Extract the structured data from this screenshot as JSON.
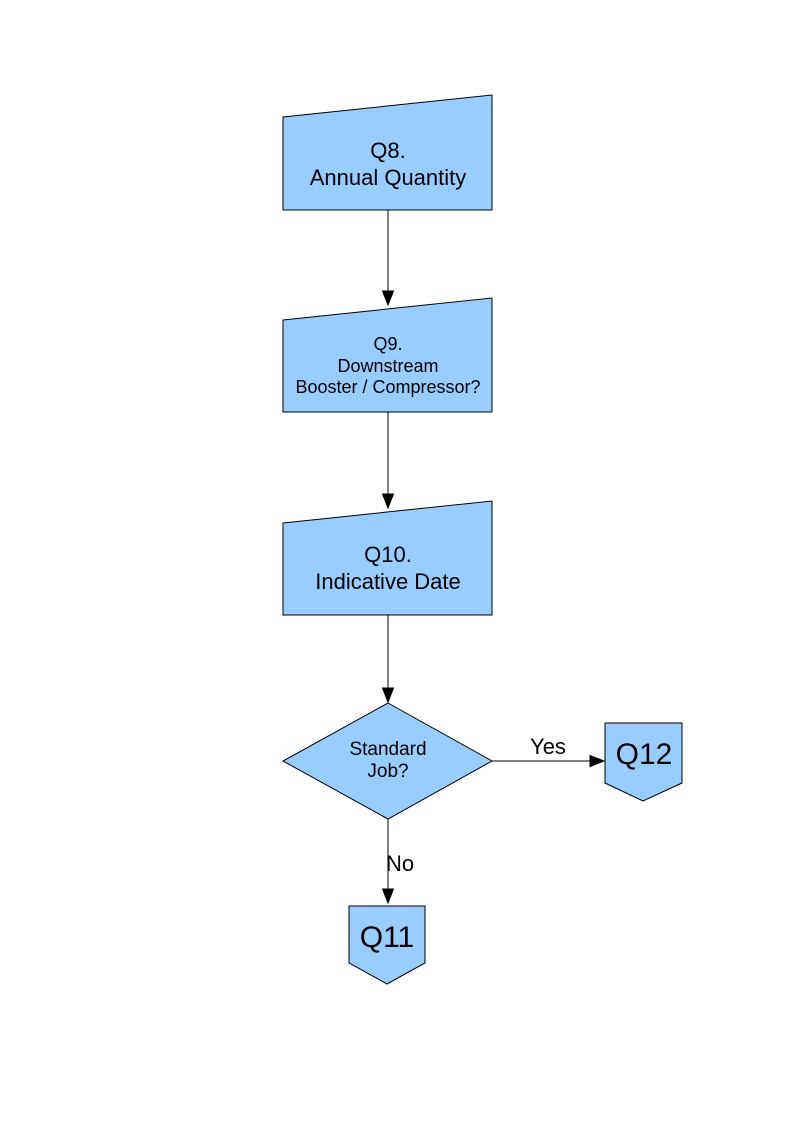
{
  "theme": {
    "node_fill": "#99CCFF",
    "node_stroke": "#000000",
    "line_color": "#000000",
    "text_color": "#000000",
    "page_background": "#FFFFFF"
  },
  "flowchart": {
    "nodes": [
      {
        "id": "q8",
        "shape": "manual-input",
        "lines": [
          "Q8.",
          "Annual Quantity"
        ]
      },
      {
        "id": "q9",
        "shape": "manual-input",
        "lines": [
          "Q9.",
          "Downstream",
          "Booster / Compressor?"
        ]
      },
      {
        "id": "q10",
        "shape": "manual-input",
        "lines": [
          "Q10.",
          "Indicative Date"
        ]
      },
      {
        "id": "standard-job",
        "shape": "decision",
        "lines": [
          "Standard",
          "Job?"
        ]
      },
      {
        "id": "q12",
        "shape": "off-page-connector",
        "lines": [
          "Q12"
        ]
      },
      {
        "id": "q11",
        "shape": "off-page-connector",
        "lines": [
          "Q11"
        ]
      }
    ],
    "edges": [
      {
        "from": "q8",
        "to": "q9",
        "label": ""
      },
      {
        "from": "q9",
        "to": "q10",
        "label": ""
      },
      {
        "from": "q10",
        "to": "standard-job",
        "label": ""
      },
      {
        "from": "standard-job",
        "to": "q12",
        "label": "Yes"
      },
      {
        "from": "standard-job",
        "to": "q11",
        "label": "No"
      }
    ]
  }
}
